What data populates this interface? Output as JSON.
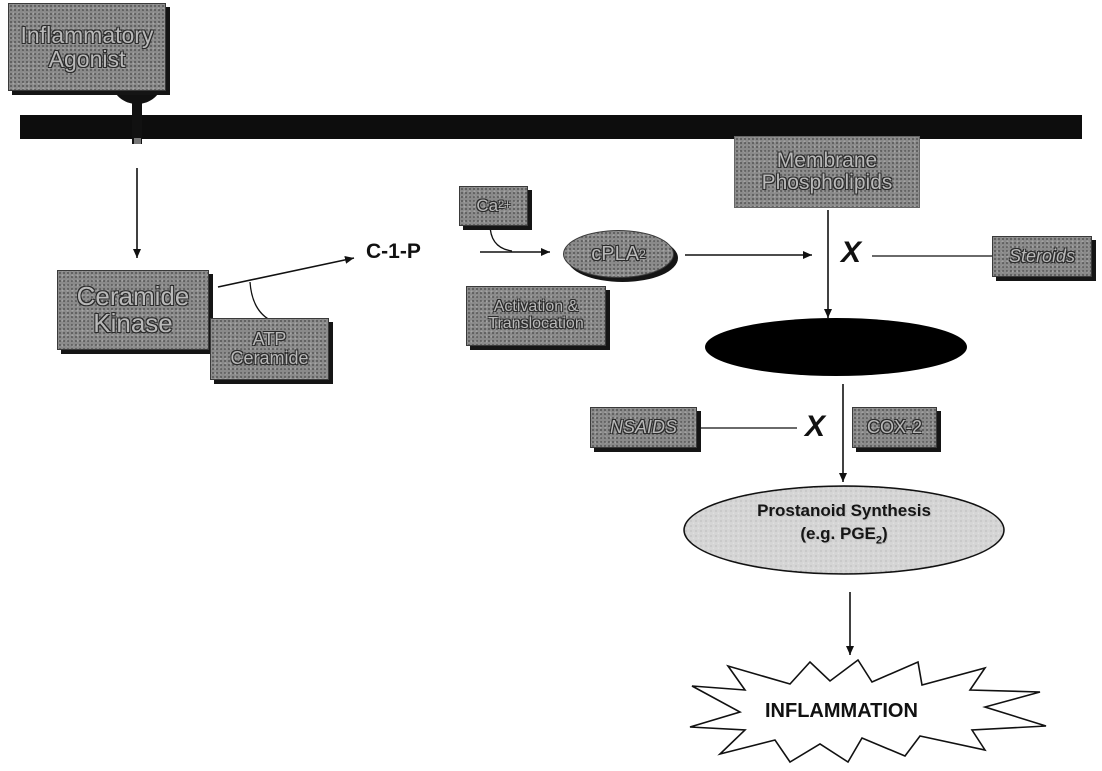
{
  "nodes": {
    "agonist": {
      "line1": "Inflammatory",
      "line2": "Agonist"
    },
    "ceramide_kinase": {
      "line1": "Ceramide",
      "line2": "Kinase"
    },
    "atp_ceramide": {
      "line1": "ATP",
      "line2": "Ceramide"
    },
    "c1p": "C-1-P",
    "ca": {
      "base": "Ca",
      "sup": "2+"
    },
    "cpla2": {
      "base": "cPLA",
      "sub": "2"
    },
    "activation": {
      "line1": "Activation &",
      "line2": "Translocation"
    },
    "membrane": {
      "line1": "Membrane",
      "line2": "Phospholipids"
    },
    "steroids": "Steroids",
    "nsaids": "NSAIDS",
    "cox2": "COX-2",
    "prostanoid": {
      "line1": "Prostanoid Synthesis",
      "line2_pre": "(e.g. PGE",
      "line2_sub": "2",
      "line2_post": ")"
    },
    "inflammation": "INFLAMMATION",
    "inhibit_mark": "X"
  },
  "colors": {
    "membrane_bar": "#0d0d0d",
    "box_fill": "#8a8a8a",
    "box_text": "#b9b9b9",
    "ellipse_fill": "#e8e8e8",
    "arrow": "#111111"
  }
}
